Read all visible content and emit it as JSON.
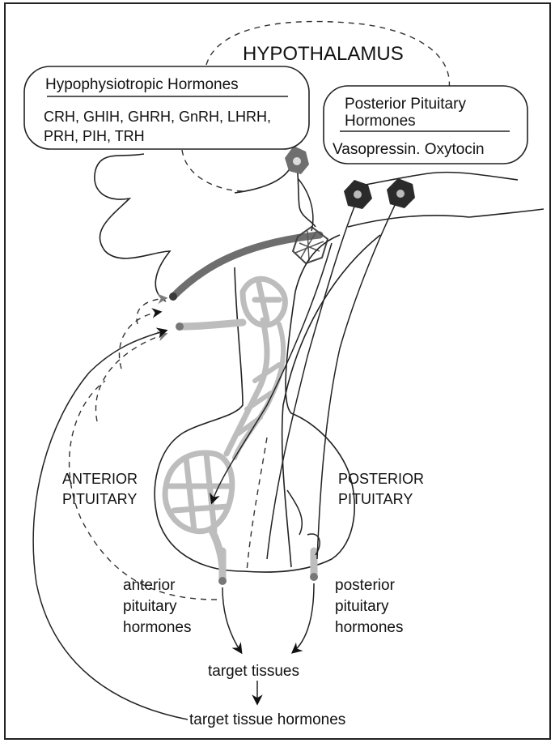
{
  "title": "HYPOTHALAMUS",
  "hypophysiotropic": {
    "heading": "Hypophysiotropic Hormones",
    "line1": "CRH, GHIH, GHRH, GnRH, LHRH,",
    "line2": "PRH, PIH, TRH"
  },
  "posterior_box": {
    "heading_line1": "Posterior Pituitary",
    "heading_line2": "Hormones",
    "hormones": "Vasopressin. Oxytocin"
  },
  "anterior": {
    "line1": "ANTERIOR",
    "line2": "PITUITARY"
  },
  "posterior": {
    "line1": "POSTERIOR",
    "line2": "PITUITARY"
  },
  "anterior_hormones": {
    "line1": "anterior",
    "line2": "pituitary",
    "line3": "hormones"
  },
  "posterior_hormones": {
    "line1": "posterior",
    "line2": "pituitary",
    "line3": "hormones"
  },
  "target_tissues": "target tissues",
  "target_tissue_hormones": "target tissue hormones",
  "colors": {
    "dark_vessel": "#6e6e6e",
    "light_vessel": "#bdbdbd",
    "neuron_dark": "#2b2b2b",
    "neuron_gray": "#6f6f6f",
    "arrow_gray": "#7a7a7a"
  }
}
